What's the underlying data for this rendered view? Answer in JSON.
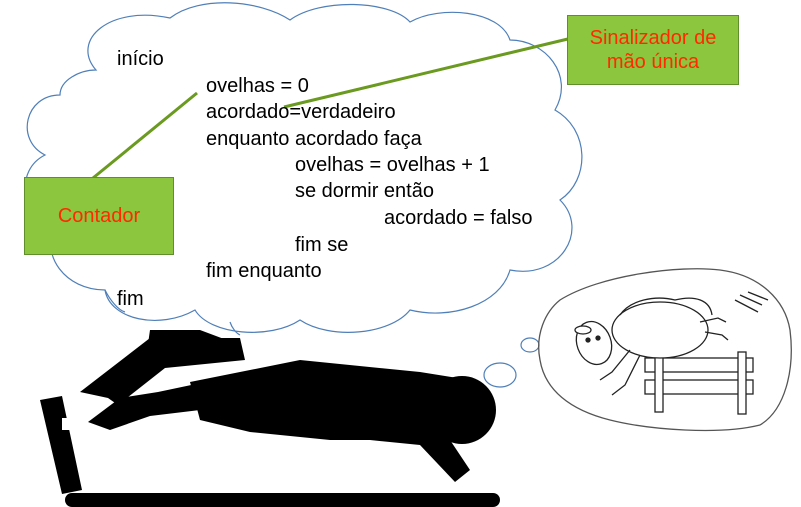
{
  "pseudocode": {
    "lines": [
      "início",
      "ovelhas = 0",
      "acordado=verdadeiro",
      "enquanto acordado faça",
      "ovelhas = ovelhas + 1",
      "se dormir então",
      "acordado = falso",
      "fim se",
      "fim enquanto",
      "fim"
    ]
  },
  "callouts": {
    "flag": {
      "line1": "Sinalizador de",
      "line2": "mão única"
    },
    "counter": {
      "label": "Contador"
    }
  },
  "colors": {
    "callout_fill": "#8cc63f",
    "callout_text": "#ff2a00",
    "connector": "#6a9a1f",
    "cloud_outline": "#4f7fb8",
    "sleeper": "#000000"
  }
}
